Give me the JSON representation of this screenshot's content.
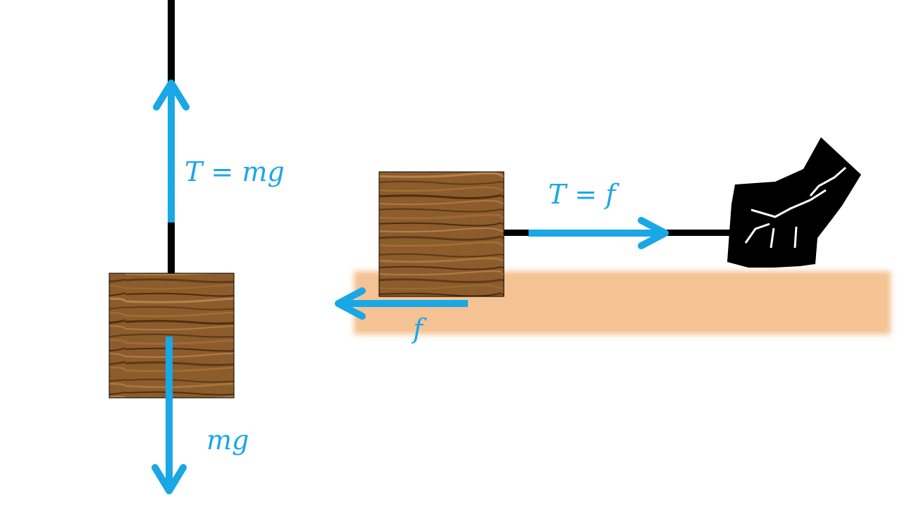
{
  "labels": {
    "tension_vertical": "T = mg",
    "weight": "mg",
    "tension_horizontal": "T = f",
    "friction": "f"
  },
  "colors": {
    "arrow": "#1aa7e6",
    "rope": "#000000",
    "surface": "#f5c293",
    "wood_base": "#8a5a2b",
    "wood_grain": "#5c3a17",
    "hand": "#000000"
  },
  "icons": {
    "hand": "fist-icon"
  }
}
